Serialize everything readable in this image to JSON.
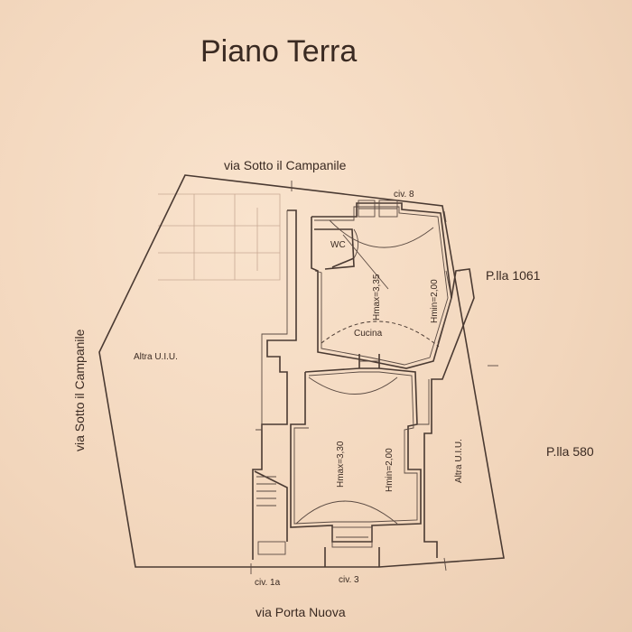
{
  "title": "Piano Terra",
  "streets": {
    "top": "via Sotto il Campanile",
    "left": "via Sotto il Campanile",
    "bottom": "via Porta Nuova"
  },
  "rooms": {
    "wc": "WC",
    "kitchen": "Cucina",
    "kitchen_hmax": "Hmax=3,35",
    "kitchen_hmin": "Hmin=2,00",
    "main_hmax": "Hmax=3,30",
    "main_hmin": "Hmin=2,00"
  },
  "areas": {
    "left": "Altra U.I.U.",
    "right": "Altra U.I.U."
  },
  "parcels": {
    "p1061": "P.lla 1061",
    "p580": "P.lla 580"
  },
  "civic_numbers": {
    "civ8": "civ. 8",
    "civ1a": "civ. 1a",
    "civ3": "civ. 3"
  }
}
